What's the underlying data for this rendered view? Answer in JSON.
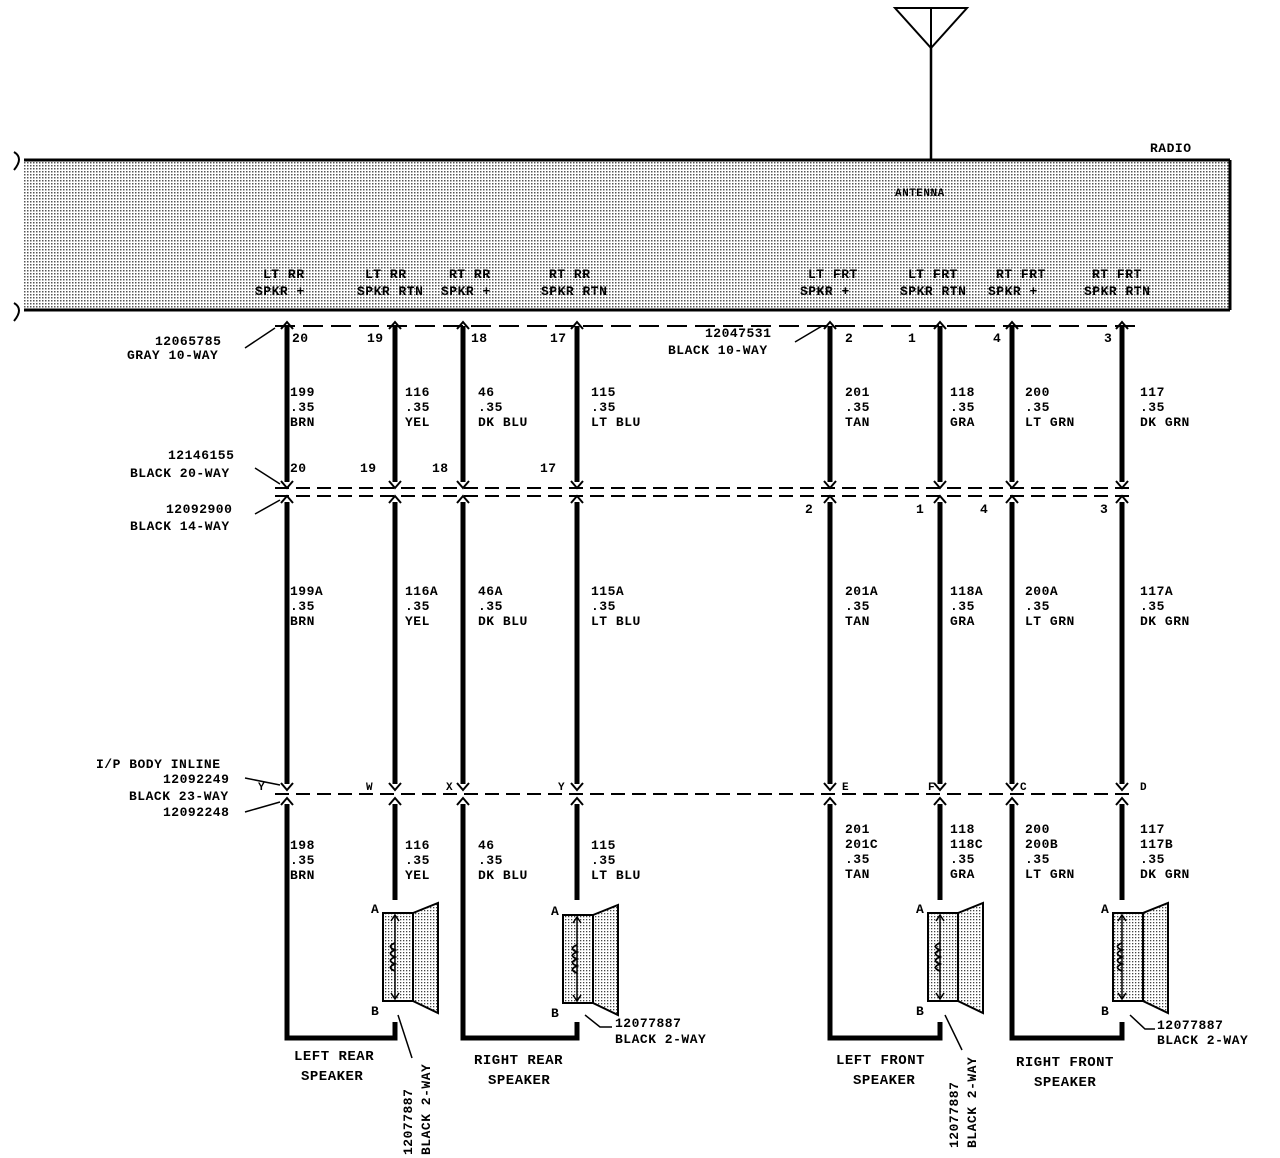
{
  "radio": {
    "title": "RADIO",
    "antenna_label": "ANTENNA",
    "terminals": [
      {
        "l1": "LT RR",
        "l2": "SPKR +"
      },
      {
        "l1": "LT RR",
        "l2": "SPKR RTN"
      },
      {
        "l1": "RT RR",
        "l2": "SPKR +"
      },
      {
        "l1": "RT RR",
        "l2": "SPKR RTN"
      },
      {
        "l1": "LT FRT",
        "l2": "SPKR +"
      },
      {
        "l1": "LT FRT",
        "l2": "SPKR RTN"
      },
      {
        "l1": "RT FRT",
        "l2": "SPKR +"
      },
      {
        "l1": "RT FRT",
        "l2": "SPKR RTN"
      }
    ]
  },
  "connectors": {
    "rear_radio": {
      "part": "12065785",
      "desc": "GRAY 10-WAY"
    },
    "front_radio": {
      "part": "12047531",
      "desc": "BLACK 10-WAY"
    },
    "c20": {
      "part": "12146155",
      "desc": "BLACK 20-WAY"
    },
    "c14": {
      "part": "12092900",
      "desc": "BLACK 14-WAY"
    },
    "inline": {
      "l1": "I/P BODY INLINE",
      "l2": "12092249",
      "l3": "BLACK 23-WAY",
      "l4": "12092248"
    }
  },
  "pins_radio": [
    "20",
    "19",
    "18",
    "17",
    "2",
    "1",
    "4",
    "3"
  ],
  "pins_c20": [
    "20",
    "19",
    "18",
    "17"
  ],
  "pins_c14": [
    "2",
    "1",
    "4",
    "3"
  ],
  "pins_inline": [
    "Y",
    "W",
    "X",
    "Y",
    "E",
    "F",
    "C",
    "D"
  ],
  "wires_upper": [
    [
      "199",
      ".35",
      "BRN"
    ],
    [
      "116",
      ".35",
      "YEL"
    ],
    [
      "46",
      ".35",
      "DK BLU"
    ],
    [
      "115",
      ".35",
      "LT BLU"
    ],
    [
      "201",
      ".35",
      "TAN"
    ],
    [
      "118",
      ".35",
      "GRA"
    ],
    [
      "200",
      ".35",
      "LT GRN"
    ],
    [
      "117",
      ".35",
      "DK GRN"
    ]
  ],
  "wires_mid": [
    [
      "199A",
      ".35",
      "BRN"
    ],
    [
      "116A",
      ".35",
      "YEL"
    ],
    [
      "46A",
      ".35",
      "DK BLU"
    ],
    [
      "115A",
      ".35",
      "LT BLU"
    ],
    [
      "201A",
      ".35",
      "TAN"
    ],
    [
      "118A",
      ".35",
      "GRA"
    ],
    [
      "200A",
      ".35",
      "LT GRN"
    ],
    [
      "117A",
      ".35",
      "DK GRN"
    ]
  ],
  "wires_lower": [
    [
      "198",
      ".35",
      "BRN"
    ],
    [
      "116",
      ".35",
      "YEL"
    ],
    [
      "46",
      ".35",
      "DK BLU"
    ],
    [
      "115",
      ".35",
      "LT BLU"
    ],
    [
      "201",
      "201C",
      ".35",
      "TAN"
    ],
    [
      "118",
      "118C",
      ".35",
      "GRA"
    ],
    [
      "200",
      "200B",
      ".35",
      "LT GRN"
    ],
    [
      "117",
      "117B",
      ".35",
      "DK GRN"
    ]
  ],
  "speakers": [
    {
      "l1": "LEFT REAR",
      "l2": "SPEAKER",
      "pin_a": "A",
      "pin_b": "B"
    },
    {
      "l1": "RIGHT REAR",
      "l2": "SPEAKER",
      "pin_a": "A",
      "pin_b": "B"
    },
    {
      "l1": "LEFT FRONT",
      "l2": "SPEAKER",
      "pin_a": "A",
      "pin_b": "B"
    },
    {
      "l1": "RIGHT FRONT",
      "l2": "SPEAKER",
      "pin_a": "A",
      "pin_b": "B"
    }
  ],
  "speaker_conn": {
    "part": "12077887",
    "desc": "BLACK 2-WAY"
  }
}
